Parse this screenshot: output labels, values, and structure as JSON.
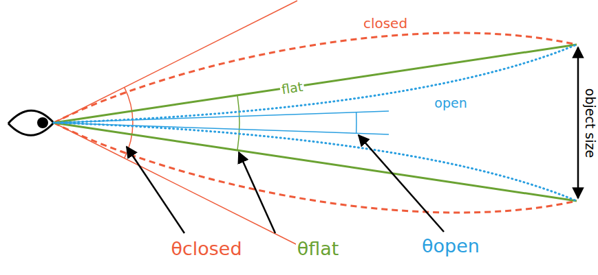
{
  "diagram": {
    "labels": [
      "closed",
      "flat",
      "open",
      "object size",
      "θclosed",
      "θflat",
      "θopen"
    ]
  }
}
